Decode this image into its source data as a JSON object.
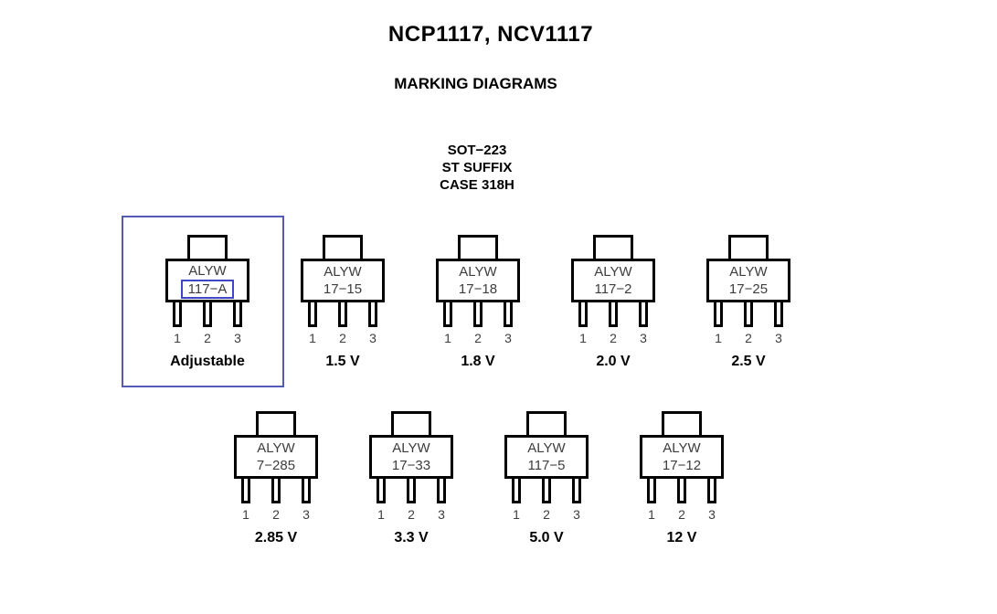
{
  "header": {
    "title": "NCP1117, NCV1117",
    "subtitle": "MARKING DIAGRAMS"
  },
  "package_info": {
    "line1": "SOT−223",
    "line2": "ST SUFFIX",
    "line3": "CASE 318H"
  },
  "pins": [
    "1",
    "2",
    "3"
  ],
  "packages": [
    {
      "marking_line1": "ALYW",
      "marking_line2": "117−A",
      "label": "Adjustable",
      "row": 1,
      "highlighted": true
    },
    {
      "marking_line1": "ALYW",
      "marking_line2": "17−15",
      "label": "1.5 V",
      "row": 1,
      "highlighted": false
    },
    {
      "marking_line1": "ALYW",
      "marking_line2": "17−18",
      "label": "1.8 V",
      "row": 1,
      "highlighted": false
    },
    {
      "marking_line1": "ALYW",
      "marking_line2": "117−2",
      "label": "2.0 V",
      "row": 1,
      "highlighted": false
    },
    {
      "marking_line1": "ALYW",
      "marking_line2": "17−25",
      "label": "2.5 V",
      "row": 1,
      "highlighted": false
    },
    {
      "marking_line1": "ALYW",
      "marking_line2": "7−285",
      "label": "2.85 V",
      "row": 2,
      "highlighted": false
    },
    {
      "marking_line1": "ALYW",
      "marking_line2": "17−33",
      "label": "3.3 V",
      "row": 2,
      "highlighted": false
    },
    {
      "marking_line1": "ALYW",
      "marking_line2": "117−5",
      "label": "5.0 V",
      "row": 2,
      "highlighted": false
    },
    {
      "marking_line1": "ALYW",
      "marking_line2": "17−12",
      "label": "12 V",
      "row": 2,
      "highlighted": false
    }
  ],
  "colors": {
    "highlight_frame_blue": "#545ab8",
    "marking_link_blue": "#4046c8",
    "diagram_line": "#000000",
    "marking_text": "#3d3d3d"
  }
}
